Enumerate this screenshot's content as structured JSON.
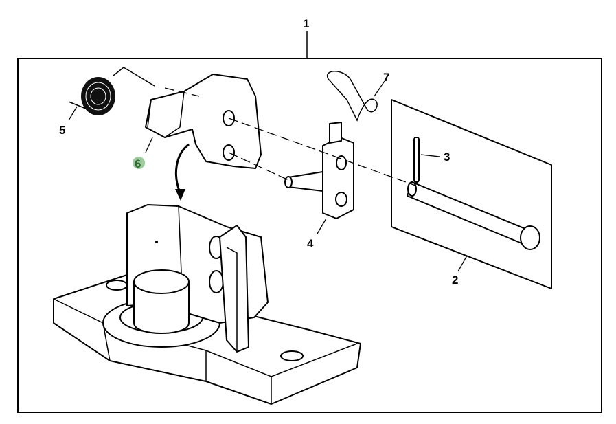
{
  "diagram": {
    "callouts": [
      {
        "id": "1",
        "label": "1"
      },
      {
        "id": "2",
        "label": "2"
      },
      {
        "id": "3",
        "label": "3"
      },
      {
        "id": "4",
        "label": "4"
      },
      {
        "id": "5",
        "label": "5"
      },
      {
        "id": "6",
        "label": "6",
        "highlighted": true
      },
      {
        "id": "7",
        "label": "7"
      }
    ],
    "highlight_color": "#8fbf8f",
    "highlight_text_color": "#2e6b2e"
  }
}
